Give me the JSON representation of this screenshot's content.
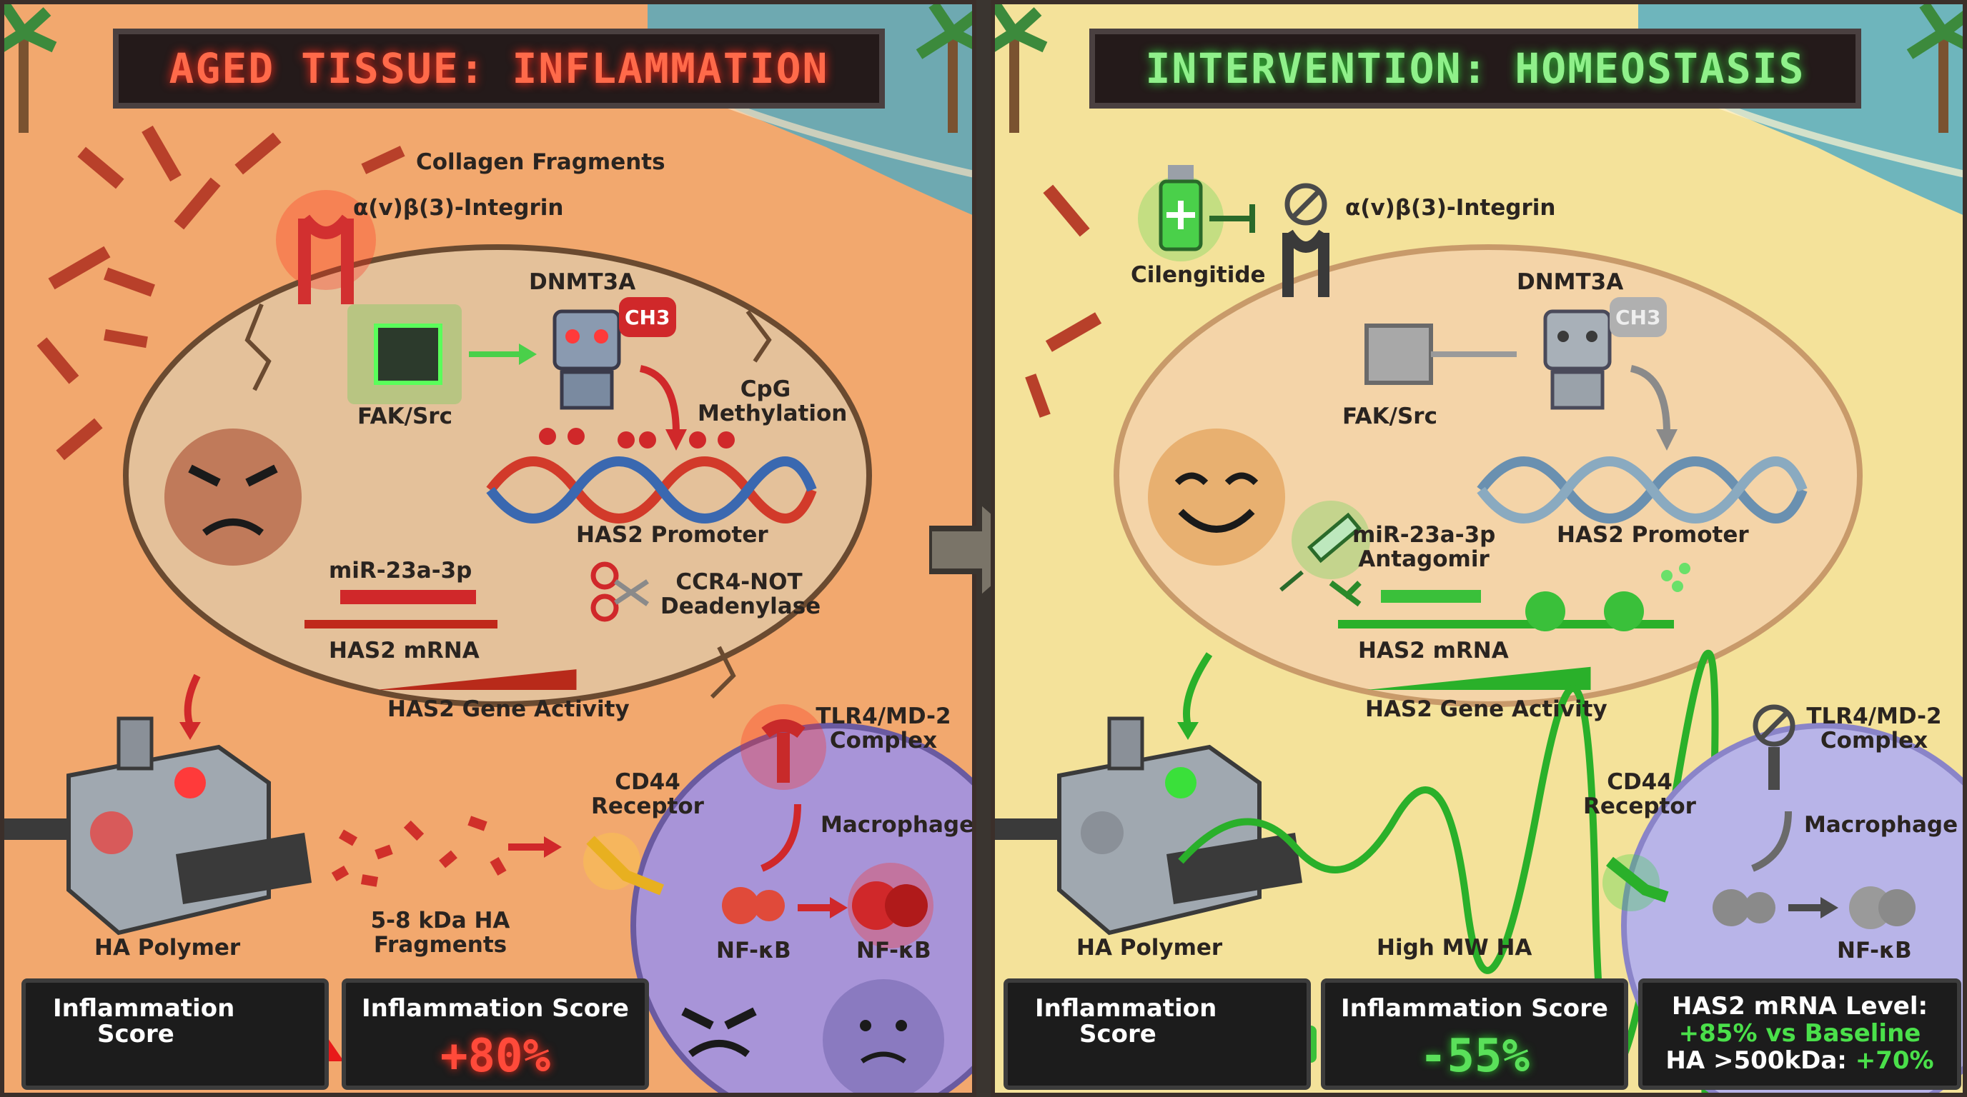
{
  "left_panel": {
    "title": "AGED TISSUE: INFLAMMATION",
    "labels": {
      "collagen": "Collagen Fragments",
      "integrin": "α(v)β(3)-Integrin",
      "dnmt3a": "DNMT3A",
      "ch3": "CH3",
      "fak": "FAK/Src",
      "cpg_line1": "CpG",
      "cpg_line2": "Methylation",
      "promoter": "HAS2 Promoter",
      "mir": "miR-23a-3p",
      "ccr4_line1": "CCR4-NOT",
      "ccr4_line2": "Deadenylase",
      "mrna": "HAS2 mRNA",
      "gene_activity": "HAS2 Gene Activity",
      "tlr4_line1": "TLR4/MD-2",
      "tlr4_line2": "Complex",
      "cd44_line1": "CD44",
      "cd44_line2": "Receptor",
      "macrophage": "Macrophage",
      "ha_polymer": "HA Polymer",
      "fragments_line1": "5-8 kDa HA",
      "fragments_line2": "Fragments",
      "nfkb_1": "NF-κB",
      "nfkb_2": "NF-κB"
    },
    "indicator": {
      "title_line1": "Inflammation",
      "title_line2": "Score",
      "icon": "warning-icon"
    },
    "score_box": {
      "title": "Inflammation Score",
      "value": "+80%"
    },
    "gene_activity_level": 0.85,
    "accent": "#ff3a2a"
  },
  "right_panel": {
    "title": "INTERVENTION: HOMEOSTASIS",
    "labels": {
      "cilengitide": "Cilengitide",
      "integrin": "α(v)β(3)-Integrin",
      "dnmt3a": "DNMT3A",
      "ch3": "CH3",
      "fak": "FAK/Src",
      "promoter": "HAS2 Promoter",
      "antagomir_line1": "miR-23a-3p",
      "antagomir_line2": "Antagomir",
      "mrna": "HAS2 mRNA",
      "gene_activity": "HAS2 Gene Activity",
      "tlr4_line1": "TLR4/MD-2",
      "tlr4_line2": "Complex",
      "cd44_line1": "CD44",
      "cd44_line2": "Receptor",
      "macrophage": "Macrophage",
      "ha_polymer": "HA Polymer",
      "high_mw": "High MW HA",
      "nfkb": "NF-κB"
    },
    "indicator": {
      "title_line1": "Inflammation",
      "title_line2": "Score",
      "icon": "thumbs-up-icon"
    },
    "score_box": {
      "title": "Inflammation Score",
      "value": "-55%"
    },
    "stats_box": {
      "line1": "HAS2 mRNA Level:",
      "line2": "+85% vs Baseline",
      "line3_label": "HA >500kDa: ",
      "line3_value": "+70%"
    },
    "gene_activity_level": 0.95,
    "accent": "#3ad43a"
  },
  "transition_icon": "arrow-right-icon"
}
